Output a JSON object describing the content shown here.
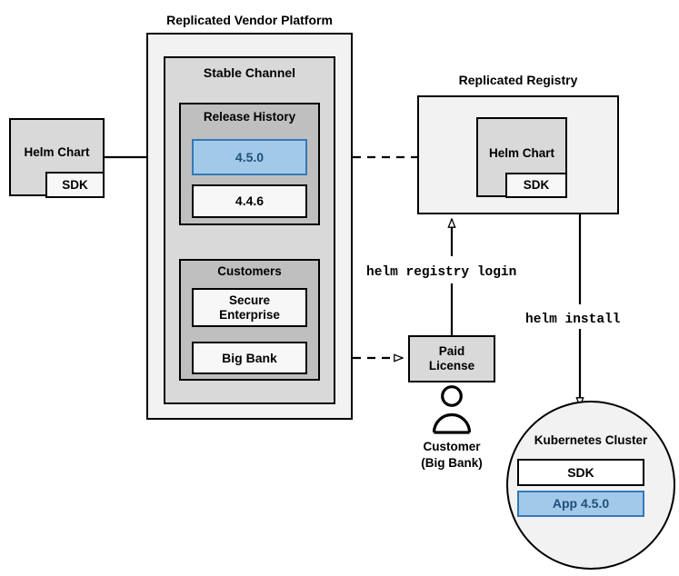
{
  "diagram": {
    "title": "Replicated Vendor Platform distribution flow",
    "colors": {
      "highlight_fill": "#a3c9e9",
      "highlight_border": "#3279b8",
      "highlight_text": "#1f4f7a",
      "container_outer": "#f2f2f2",
      "container_mid": "#d9d9d9",
      "container_inner": "#bfbfbf",
      "stroke": "#000000",
      "chip_fill": "#f7f7f7"
    }
  },
  "vendor_platform": {
    "title": "Replicated Vendor Platform",
    "stable_channel": {
      "title": "Stable Channel",
      "release_history": {
        "title": "Release History",
        "releases": [
          {
            "version": "4.5.0",
            "highlighted": true
          },
          {
            "version": "4.4.6",
            "highlighted": false
          }
        ]
      },
      "customers": {
        "title": "Customers",
        "items": [
          {
            "name": "Secure\nEnterprise",
            "line1": "Secure",
            "line2": "Enterprise"
          },
          {
            "name": "Big Bank",
            "line1": "Big Bank",
            "line2": ""
          }
        ]
      }
    }
  },
  "source_artifact": {
    "name": "Helm Chart",
    "component": "SDK"
  },
  "registry": {
    "title": "Replicated Registry",
    "artifact": {
      "name": "Helm Chart",
      "component": "SDK"
    }
  },
  "license": {
    "line1": "Paid",
    "line2": "License"
  },
  "customer_actor": {
    "line1": "Customer",
    "line2": "(Big Bank)",
    "icon": "person-icon"
  },
  "commands": {
    "registry_login": "helm registry login",
    "install": "helm install"
  },
  "cluster": {
    "title": "Kubernetes Cluster",
    "components": [
      {
        "label": "SDK",
        "highlighted": false
      },
      {
        "label": "App 4.5.0",
        "highlighted": true
      }
    ]
  },
  "edges": [
    {
      "name": "helm-chart-to-release",
      "style": "solid",
      "from": "source_artifact",
      "to": "release_4_5_0"
    },
    {
      "name": "release-to-registry",
      "style": "dashed",
      "from": "release_4_5_0",
      "to": "registry"
    },
    {
      "name": "bigbank-to-license",
      "style": "dashed",
      "from": "customer_big_bank",
      "to": "paid_license"
    },
    {
      "name": "license-to-registry",
      "style": "solid",
      "from": "paid_license",
      "to": "registry",
      "label": "helm registry login"
    },
    {
      "name": "registry-to-cluster",
      "style": "solid",
      "from": "registry",
      "to": "cluster",
      "label": "helm install"
    }
  ]
}
